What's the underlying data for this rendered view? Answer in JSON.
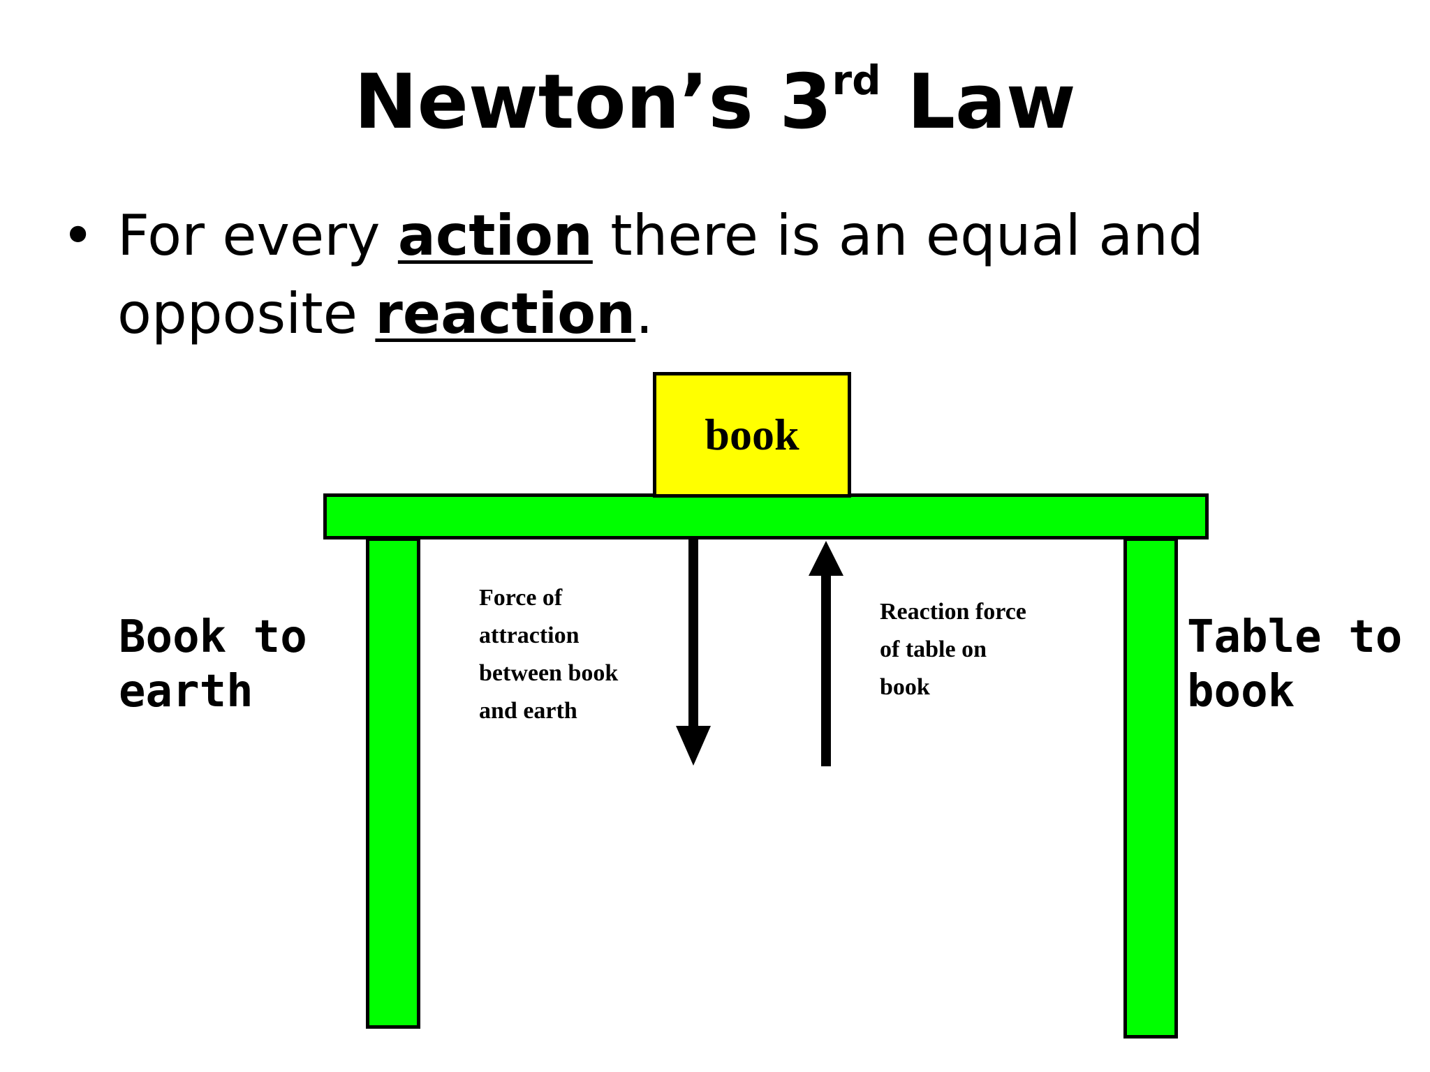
{
  "slide": {
    "title_main": "Newton’s 3",
    "title_sup": "rd",
    "title_end": " Law",
    "bullet": {
      "symbol": "•",
      "part1": "For every ",
      "action": "action",
      "part2": " there is an equal and opposite ",
      "reaction": "reaction",
      "part3": "."
    }
  },
  "diagram": {
    "book_label": "book",
    "action_label": "Force of\nattraction\nbetween book\nand earth",
    "reaction_label": "Reaction force\nof table on\nbook",
    "left_side_label": "Book to\nearth",
    "right_side_label": "Table to\nbook",
    "colors": {
      "book": "#ffff00",
      "table": "#00ff00",
      "outline": "#000000"
    }
  }
}
